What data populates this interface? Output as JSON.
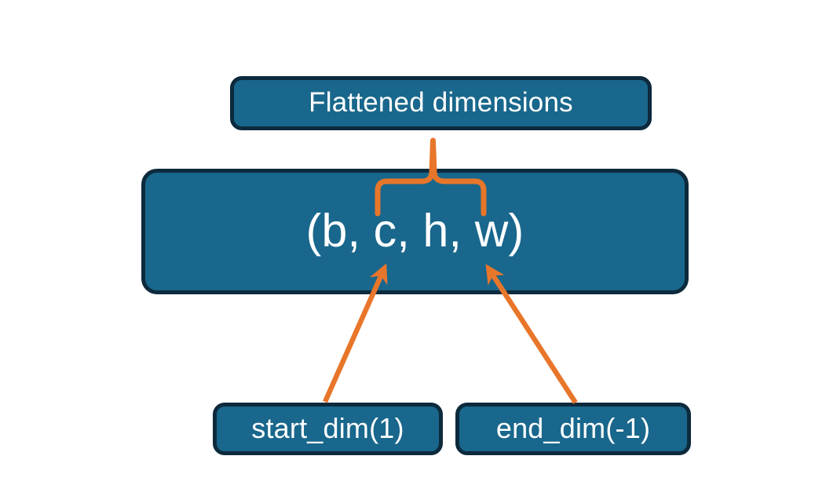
{
  "diagram": {
    "title": "Flatten dimensions diagram",
    "background_color": "#ffffff",
    "node_fill_color": "#19678c",
    "node_border_color": "#0d2a3d",
    "node_text_color": "#ffffff",
    "connector_color": "#e8762a"
  },
  "nodes": {
    "flattened": {
      "label": "Flattened dimensions"
    },
    "tuple": {
      "label": "(b, c, h, w)"
    },
    "start_dim": {
      "label": "start_dim(1)"
    },
    "end_dim": {
      "label": "end_dim(-1)"
    }
  },
  "connectors": {
    "brace": {
      "name": "curly-brace-over-c-h-w",
      "points_to": "flattened"
    },
    "arrow_start": {
      "name": "arrow-start-dim-to-c",
      "from": "start_dim",
      "to": "tuple"
    },
    "arrow_end": {
      "name": "arrow-end-dim-to-w",
      "from": "end_dim",
      "to": "tuple"
    }
  }
}
